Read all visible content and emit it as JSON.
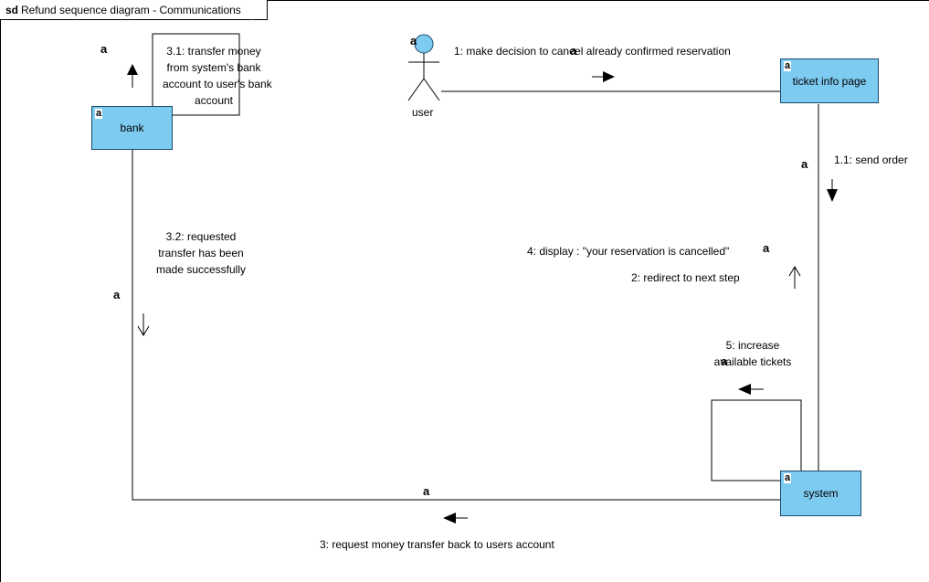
{
  "frame": {
    "keyword": "sd",
    "title": "Refund sequence diagram - Communications"
  },
  "lifelines": {
    "bank": "bank",
    "ticket_info_page": "ticket info page",
    "user": "user",
    "system": "system"
  },
  "marker": "a",
  "messages": {
    "m1": "1: make decision to cancel already confirmed reservation",
    "m1_1": "1.1: send order",
    "m2": "2: redirect to next step",
    "m3": "3: request money transfer back to users account",
    "m3_1": [
      "3.1: transfer money",
      "from system's bank",
      "account to user's bank",
      "account"
    ],
    "m3_2": [
      "3.2: requested",
      "transfer has been",
      "made successfully"
    ],
    "m4": "4: display : \"your reservation is cancelled\"",
    "m5": [
      "5: increase",
      "available tickets"
    ]
  }
}
